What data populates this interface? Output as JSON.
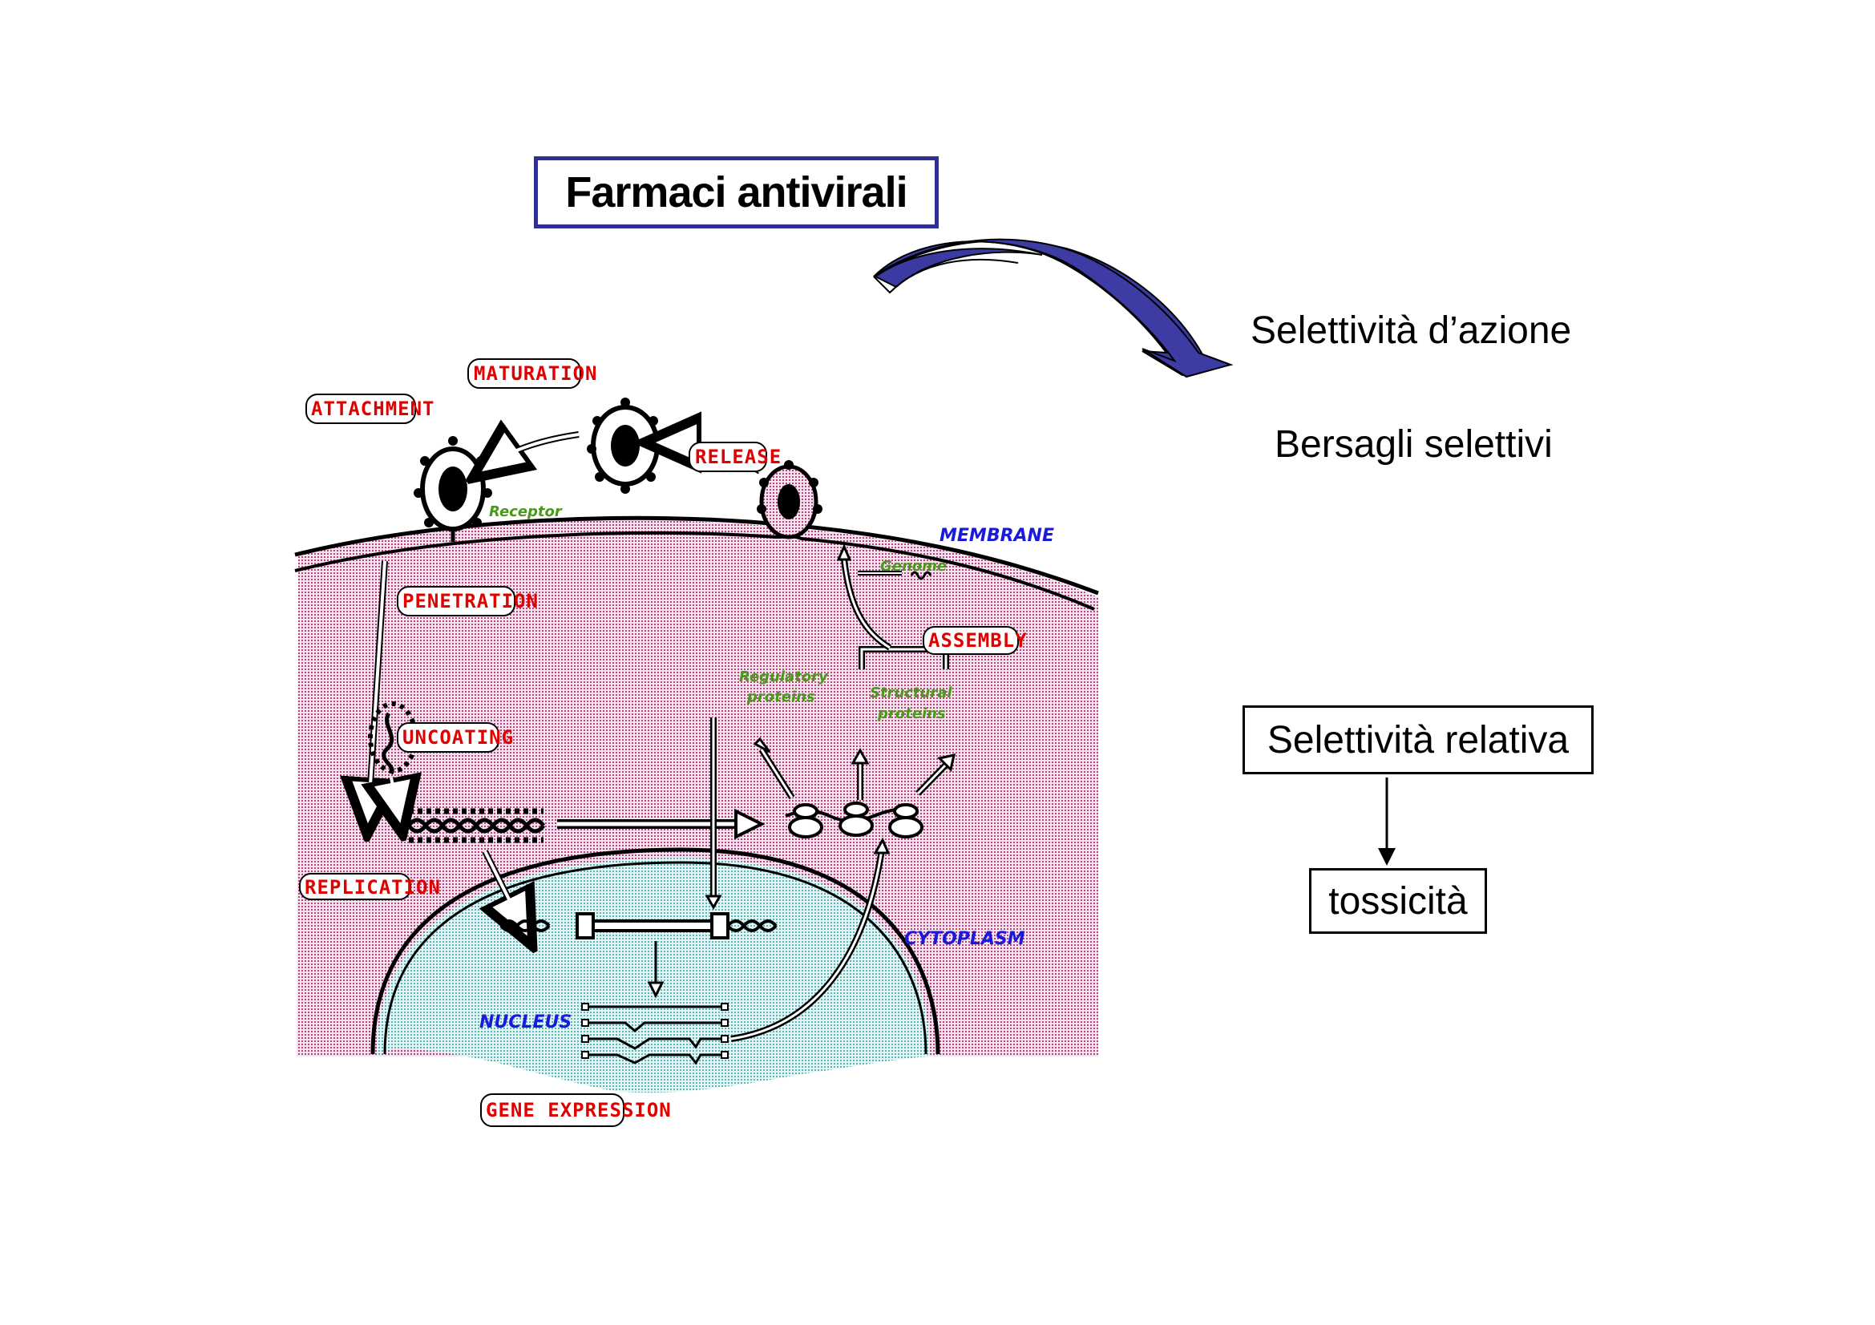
{
  "slide": {
    "title": "Farmaci antivirali",
    "points": [
      "Selettività d’azione",
      "Bersagli selettivi"
    ],
    "flow": {
      "from": "Selettività relativa",
      "to": "tossicità"
    }
  },
  "diagram": {
    "stages": {
      "attachment": "ATTACHMENT",
      "maturation": "MATURATION",
      "release": "RELEASE",
      "penetration": "PENETRATION",
      "assembly": "ASSEMBLY",
      "uncoating": "UNCOATING",
      "replication": "REPLICATION",
      "gene_expression": "GENE EXPRESSION"
    },
    "regions": {
      "membrane": "MEMBRANE",
      "cytoplasm": "CYTOPLASM",
      "nucleus": "NUCLEUS"
    },
    "labels": {
      "receptor": "Receptor",
      "genome": "Genome",
      "regulatory_1": "Regulatory",
      "regulatory_2": "proteins",
      "structural_1": "Structural",
      "structural_2": "proteins"
    },
    "colors": {
      "cytoplasm": "#e6b8d6",
      "nucleus": "#b6e4e6",
      "stage_text": "#e00000",
      "region_text": "#1a1adc",
      "label_text": "#4a9a1a",
      "title_border": "#2e3192",
      "curved_arrow": "#3a3aa0"
    }
  }
}
